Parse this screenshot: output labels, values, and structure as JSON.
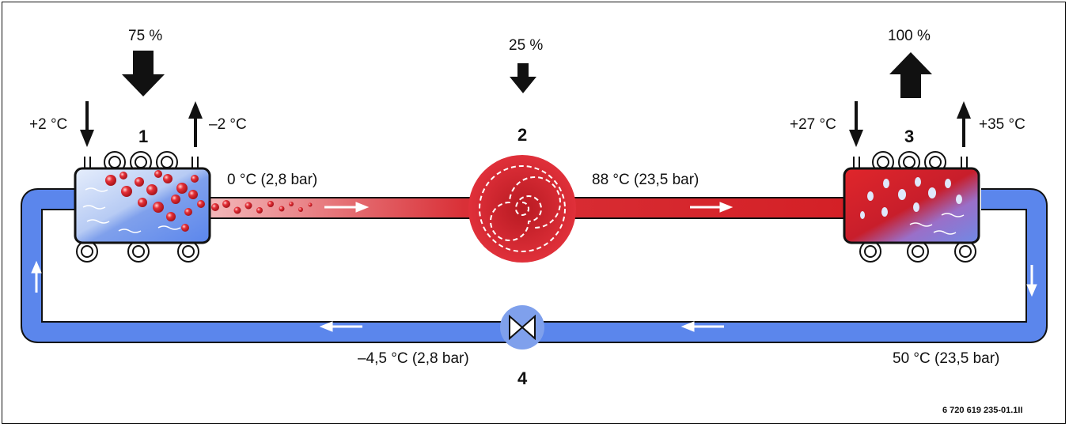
{
  "labels": {
    "pct_ambient": "75 %",
    "pct_compressor": "25 %",
    "pct_output": "100 %",
    "source_in": "+2 °C",
    "source_out": "–2 °C",
    "sink_in": "+27 °C",
    "sink_out": "+35 °C",
    "state_after_evaporator": "0 °C (2,8 bar)",
    "state_after_compressor": "88 °C (23,5 bar)",
    "state_after_condenser": "50 °C (23,5 bar)",
    "state_after_valve": "–4,5 °C (2,8 bar)"
  },
  "components": {
    "evaporator_number": "1",
    "compressor_number": "2",
    "condenser_number": "3",
    "expansion_valve_number": "4"
  },
  "figure_code": "6 720 619 235-01.1II",
  "colors": {
    "cold_pipe": "#5b86ec",
    "cold_pipe_light": "#8eb0f5",
    "hot_pipe": "#d42026",
    "hot_fill": "#e0262b",
    "outline": "#111111",
    "arrow": "#111111"
  }
}
